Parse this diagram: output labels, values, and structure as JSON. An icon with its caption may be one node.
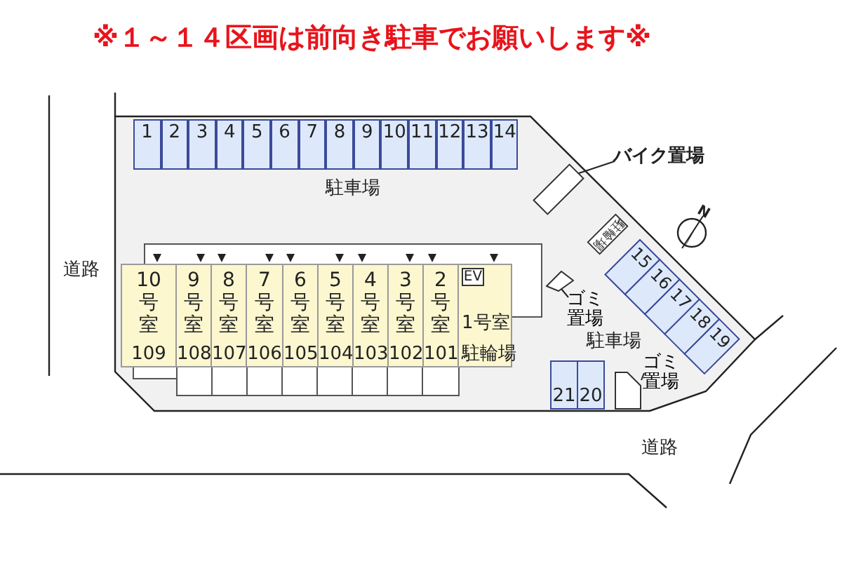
{
  "diagram": {
    "title": "※１～１４区画は前向き駐車でお願いします※",
    "nodes": [
      {
        "text": [
          "1"
        ]
      },
      {
        "text": [
          "2"
        ]
      },
      {
        "text": [
          "3"
        ]
      },
      {
        "text": [
          "4"
        ]
      },
      {
        "text": [
          "5"
        ]
      },
      {
        "text": [
          "6"
        ]
      },
      {
        "text": [
          "7"
        ]
      },
      {
        "text": [
          "8"
        ]
      },
      {
        "text": [
          "9"
        ]
      },
      {
        "text": [
          "10"
        ]
      },
      {
        "text": [
          "11"
        ]
      },
      {
        "text": [
          "12"
        ]
      },
      {
        "text": [
          "13"
        ]
      },
      {
        "text": [
          "14"
        ]
      },
      {
        "text": [
          "バイク置場"
        ]
      },
      {
        "text": [],
        "shape": "box"
      },
      {
        "text": [
          "駐輪場"
        ]
      },
      {
        "text": [
          "15"
        ]
      },
      {
        "text": [
          "16"
        ]
      },
      {
        "text": [
          "17"
        ]
      },
      {
        "text": [
          "18"
        ]
      },
      {
        "text": [
          "19"
        ]
      },
      {
        "text": [
          "10号室",
          "109"
        ]
      },
      {
        "text": [
          "9号室",
          "108"
        ]
      },
      {
        "text": [
          "8号室",
          "107"
        ]
      },
      {
        "text": [
          "7号室",
          "106"
        ]
      },
      {
        "text": [
          "6号室",
          "105"
        ]
      },
      {
        "text": [
          "5号室",
          "104"
        ]
      },
      {
        "text": [
          "4号室",
          "103"
        ]
      },
      {
        "text": [
          "3号室",
          "102"
        ]
      },
      {
        "text": [
          "2号室",
          "101"
        ]
      },
      {
        "text": [
          "1号室",
          "駐輪場"
        ]
      },
      {
        "text": [
          "EV"
        ],
        "in": 31
      },
      {
        "text": [],
        "shape": "box"
      },
      {
        "text": [
          "ゴミ置場"
        ]
      },
      {
        "text": [
          "21"
        ]
      },
      {
        "text": [
          "20"
        ]
      },
      {
        "text": [],
        "shape": "box"
      },
      {
        "text": [
          "ゴミ置場"
        ]
      }
    ],
    "edges": [
      {
        "from": 14,
        "to": 15,
        "arrow": "none"
      },
      {
        "from": 34,
        "to": 33,
        "arrow": "none"
      },
      {
        "from": 38,
        "to": 37,
        "arrow": "none"
      }
    ],
    "labels": [
      "駐車場",
      "道路",
      "N",
      "駐車場",
      "道路"
    ]
  }
}
